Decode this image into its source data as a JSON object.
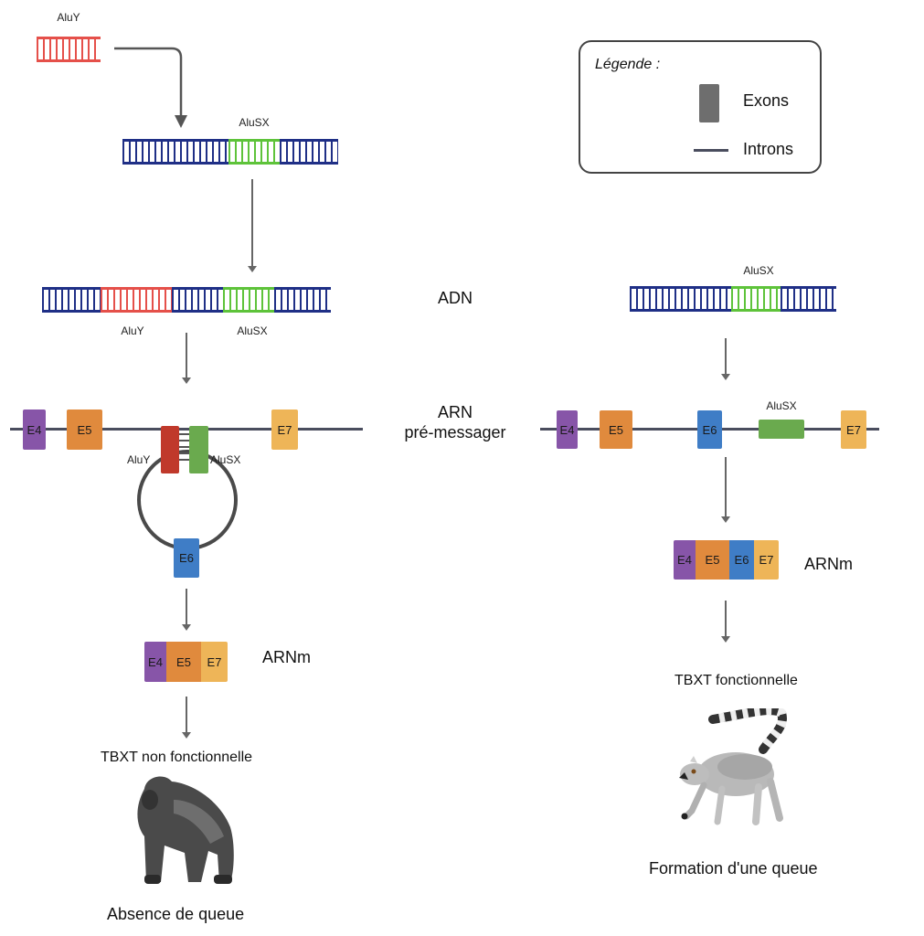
{
  "legend": {
    "title": "Légende :",
    "items": [
      {
        "label": "Exons",
        "symbol": "grey-rectangle"
      },
      {
        "label": "Introns",
        "symbol": "grey-line"
      }
    ]
  },
  "colors": {
    "dna_backbone": "#1f2f86",
    "aluy": "#e5504a",
    "alusx": "#5ec33a",
    "E4": "#8755a8",
    "E5": "#e08a3d",
    "E6": "#3f7dc6",
    "E7": "#eeb558",
    "aluy_rna": "#c0392b",
    "alusx_rna": "#6aaa4e",
    "intron": "#4a4d5e"
  },
  "row_labels": {
    "adn": "ADN",
    "arn_line1": "ARN",
    "arn_line2": "pré-messager",
    "arnm_left": "ARNm",
    "arnm_right": "ARNm"
  },
  "left": {
    "insert_label": "AluY",
    "target_label": "AluSX",
    "dna_aluy_label": "AluY",
    "dna_alusx_label": "AluSX",
    "pre_mrna": {
      "exons": [
        "E4",
        "E5",
        "E7"
      ],
      "loop_exon": "E6",
      "aluy_label": "AluY",
      "alusx_label": "AluSX"
    },
    "mrna_exons": [
      "E4",
      "E5",
      "E7"
    ],
    "protein": "TBXT non fonctionnelle",
    "animal": "gorilla",
    "outcome": "Absence de queue"
  },
  "right": {
    "dna_alusx_label": "AluSX",
    "pre_mrna": {
      "exons": [
        "E4",
        "E5",
        "E6",
        "E7"
      ],
      "alusx_label": "AluSX"
    },
    "mrna_exons": [
      "E4",
      "E5",
      "E6",
      "E7"
    ],
    "protein": "TBXT  fonctionnelle",
    "animal": "ring-tailed lemur",
    "outcome": "Formation d'une queue"
  }
}
